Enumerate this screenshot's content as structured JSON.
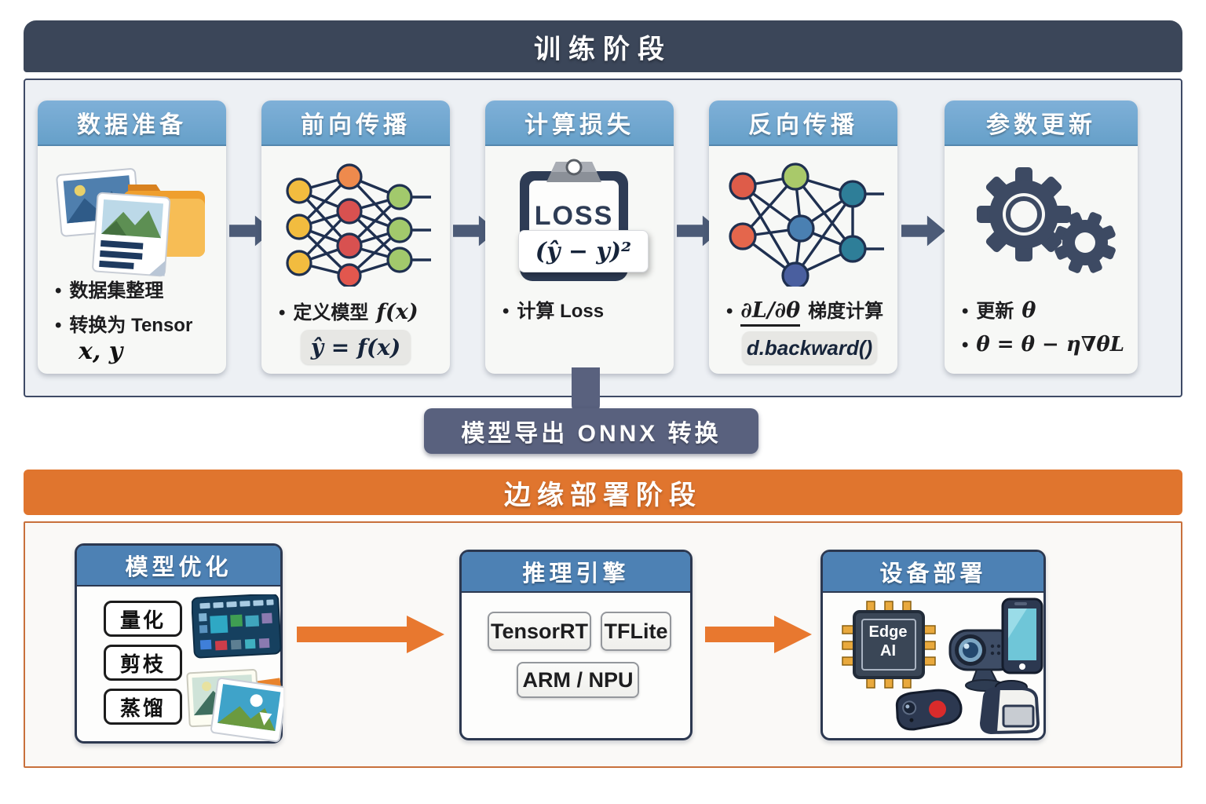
{
  "training": {
    "banner": "训练阶段",
    "cards": [
      {
        "title": "数据准备",
        "bullet1": "数据集整理",
        "bullet2": "转换为 Tensor",
        "formula": "x, y"
      },
      {
        "title": "前向传播",
        "bullet_text": "定义模型",
        "bullet_math": "f(x)",
        "chip": "ŷ = f(x)"
      },
      {
        "title": "计算损失",
        "loss_label": "LOSS",
        "loss_formula": "(ŷ − y)²",
        "bullet1": "计算 Loss"
      },
      {
        "title": "反向传播",
        "bullet_math": "∂L/∂θ",
        "bullet_text": "梯度计算",
        "chip": "d.backward()"
      },
      {
        "title": "参数更新",
        "bullet_text": "更新",
        "bullet_math": "θ",
        "bullet2": "θ = θ − η∇θL"
      }
    ]
  },
  "export_badge": {
    "label": "模型导出 ONNX 转换"
  },
  "deployment": {
    "banner": "边缘部署阶段",
    "cards": [
      {
        "title": "模型优化",
        "chips": [
          "量化",
          "剪枝",
          "蒸馏"
        ]
      },
      {
        "title": "推理引擎",
        "chips": [
          "TensorRT",
          "TFLite",
          "ARM / NPU"
        ]
      },
      {
        "title": "设备部署",
        "chip_label": "Edge AI"
      }
    ]
  },
  "colors": {
    "banner_navy": "#3b4659",
    "card_header_blue": "#6aa0c9",
    "deploy_header_blue": "#4d81b4",
    "arrow_slate": "#4c5b77",
    "badge_slate": "#59617e",
    "accent_orange": "#e0752e",
    "train_border": "#3e4a66",
    "deploy_border": "#c8703c"
  }
}
